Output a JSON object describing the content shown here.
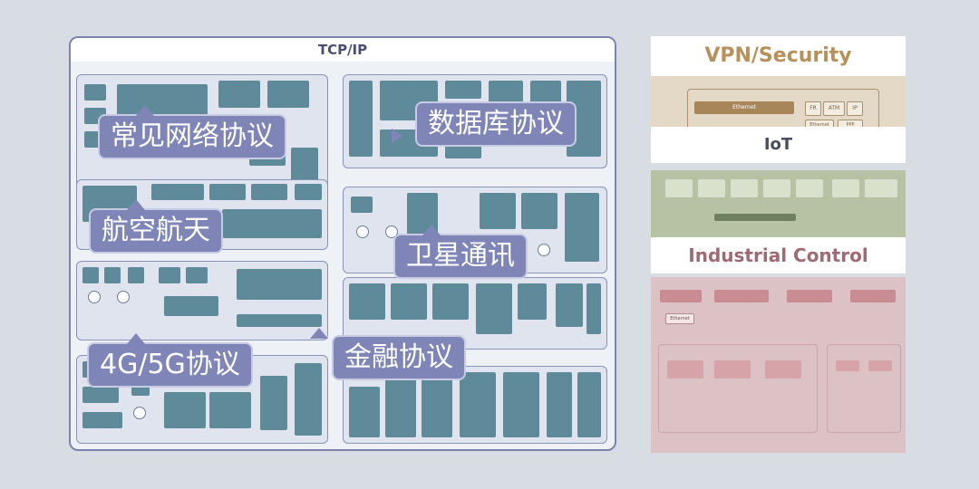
{
  "main_panel": {
    "title": "TCP/IP"
  },
  "callouts": [
    {
      "label": "常见网络协议"
    },
    {
      "label": "数据库协议"
    },
    {
      "label": "航空航天"
    },
    {
      "label": "卫星通讯"
    },
    {
      "label": "4G/5G协议"
    },
    {
      "label": "金融协议"
    }
  ],
  "right_panels": {
    "vpn": {
      "title": "VPN/Security",
      "labels": [
        "Ethernet",
        "FR",
        "ATM",
        "IP",
        "Ethernet",
        "PPP"
      ]
    },
    "iot": {
      "title": "IoT"
    },
    "industrial": {
      "title": "Industrial Control",
      "labels": [
        "Ethernet"
      ]
    }
  },
  "colors": {
    "background": "#d8dde3",
    "panel_border": "#7b82b0",
    "block": "#5f8a9a",
    "callout": "#7f86b7",
    "vpn_title": "#b8905a",
    "vpn_body": "#e4d9c6",
    "iot_body": "#b7c2a4",
    "industrial_title": "#a06a74",
    "industrial_body": "#dcc2c4"
  }
}
